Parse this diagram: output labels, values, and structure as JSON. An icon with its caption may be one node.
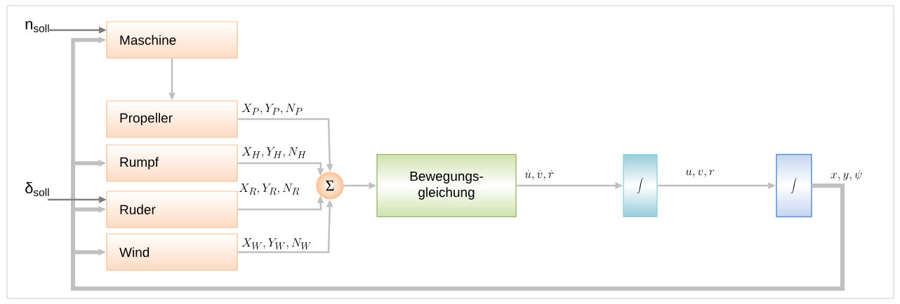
{
  "diagram": {
    "nodes": [
      {
        "text": [
          "Maschine"
        ]
      },
      {
        "text": [
          "Propeller"
        ]
      },
      {
        "text": [
          "Rumpf"
        ]
      },
      {
        "text": [
          "Ruder"
        ]
      },
      {
        "text": [
          "Wind"
        ]
      },
      {
        "text": [
          "Σ"
        ]
      },
      {
        "text": [
          "Bewegungs- gleichung"
        ]
      },
      {
        "text": [
          "\\int"
        ]
      },
      {
        "text": [
          "\\int"
        ]
      },
      {
        "text": [
          "n$_{soll}$"
        ]
      },
      {
        "text": [
          "δ$_{soll}$"
        ]
      }
    ],
    "edges": [
      {
        "from": 9,
        "to": 0,
        "arrow": "to",
        "color": "#7f7f7f"
      },
      {
        "from": 8,
        "to": 0,
        "arrow": "to",
        "style": "thick",
        "label": "x, y, \\psi"
      },
      {
        "from": 8,
        "to": 2,
        "arrow": "to",
        "style": "thick"
      },
      {
        "from": 10,
        "to": 3,
        "arrow": "to",
        "color": "#7f7f7f"
      },
      {
        "from": 8,
        "to": 3,
        "arrow": "to",
        "style": "thick"
      },
      {
        "from": 8,
        "to": 4,
        "arrow": "to",
        "style": "thick"
      },
      {
        "from": 0,
        "to": 1,
        "arrow": "to"
      },
      {
        "from": 1,
        "to": 5,
        "arrow": "to",
        "label": "X_P, Y_P, N_P"
      },
      {
        "from": 2,
        "to": 5,
        "arrow": "to",
        "label": "X_H, Y_H, N_H"
      },
      {
        "from": 3,
        "to": 5,
        "arrow": "to",
        "label": "X_R, Y_R, N_R"
      },
      {
        "from": 4,
        "to": 5,
        "arrow": "to",
        "label": "X_W, Y_W, N_W"
      },
      {
        "from": 5,
        "to": 6,
        "arrow": "to"
      },
      {
        "from": 6,
        "to": 7,
        "arrow": "to",
        "label": "\\dot u, \\dot v, \\dot r"
      },
      {
        "from": 7,
        "to": 8,
        "arrow": "to",
        "label": "u, v, r"
      }
    ]
  }
}
